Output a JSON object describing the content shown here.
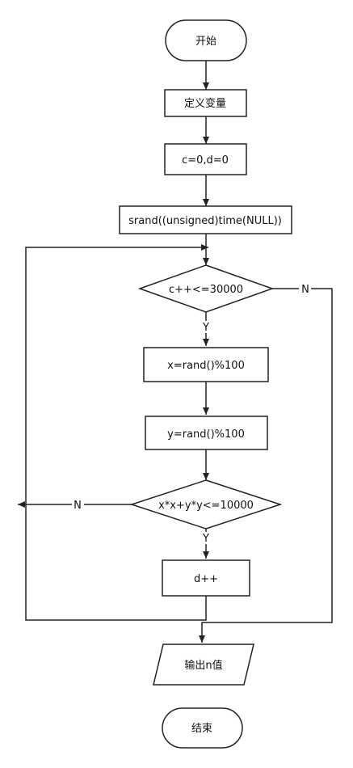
{
  "nodes": {
    "start": "开始",
    "define_vars": "定义变量",
    "init": "c=0,d=0",
    "srand": "srand((unsigned)time(NULL))",
    "cond_loop": "c++<=30000",
    "x_assign": "x=rand()%100",
    "y_assign": "y=rand()%100",
    "cond_circle": "x*x+y*y<=10000",
    "d_inc": "d++",
    "output": "输出n值",
    "end": "结束"
  },
  "edge_labels": {
    "loop_yes": "Y",
    "loop_no": "N",
    "circle_yes": "Y",
    "circle_no": "N"
  },
  "colors": {
    "stroke": "#222222",
    "fill": "#ffffff",
    "text": "#111111"
  }
}
